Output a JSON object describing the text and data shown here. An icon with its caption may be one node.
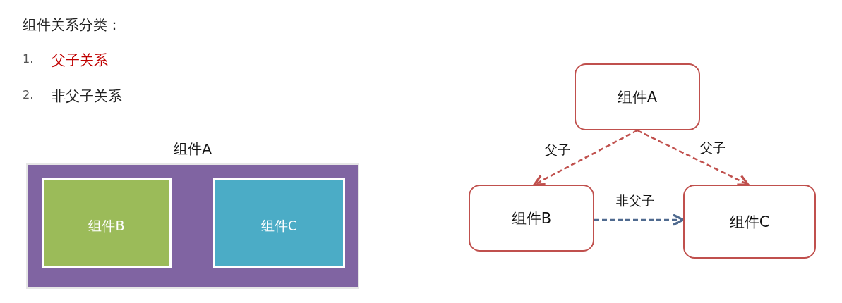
{
  "diagram": {
    "nodes": [
      {
        "text": [
          "组件A"
        ]
      },
      {
        "text": [
          "组件B"
        ],
        "in": 0
      },
      {
        "text": [
          "组件C"
        ],
        "in": 0
      },
      {
        "text": [
          "组件A"
        ]
      },
      {
        "text": [
          "组件B"
        ]
      },
      {
        "text": [
          "组件C"
        ]
      }
    ],
    "edges": [
      {
        "from": 3,
        "to": 4,
        "arrow": "to",
        "label": "父子",
        "style": "dashed"
      },
      {
        "from": 3,
        "to": 5,
        "arrow": "to",
        "label": "父子",
        "style": "dashed"
      },
      {
        "from": 4,
        "to": 5,
        "arrow": "to",
        "label": "非父子",
        "style": "dashed",
        "color": "#4f6a8f"
      }
    ],
    "labels": [
      "组件关系分类：",
      "1.",
      "父子关系",
      "2.",
      "非父子关系"
    ]
  }
}
